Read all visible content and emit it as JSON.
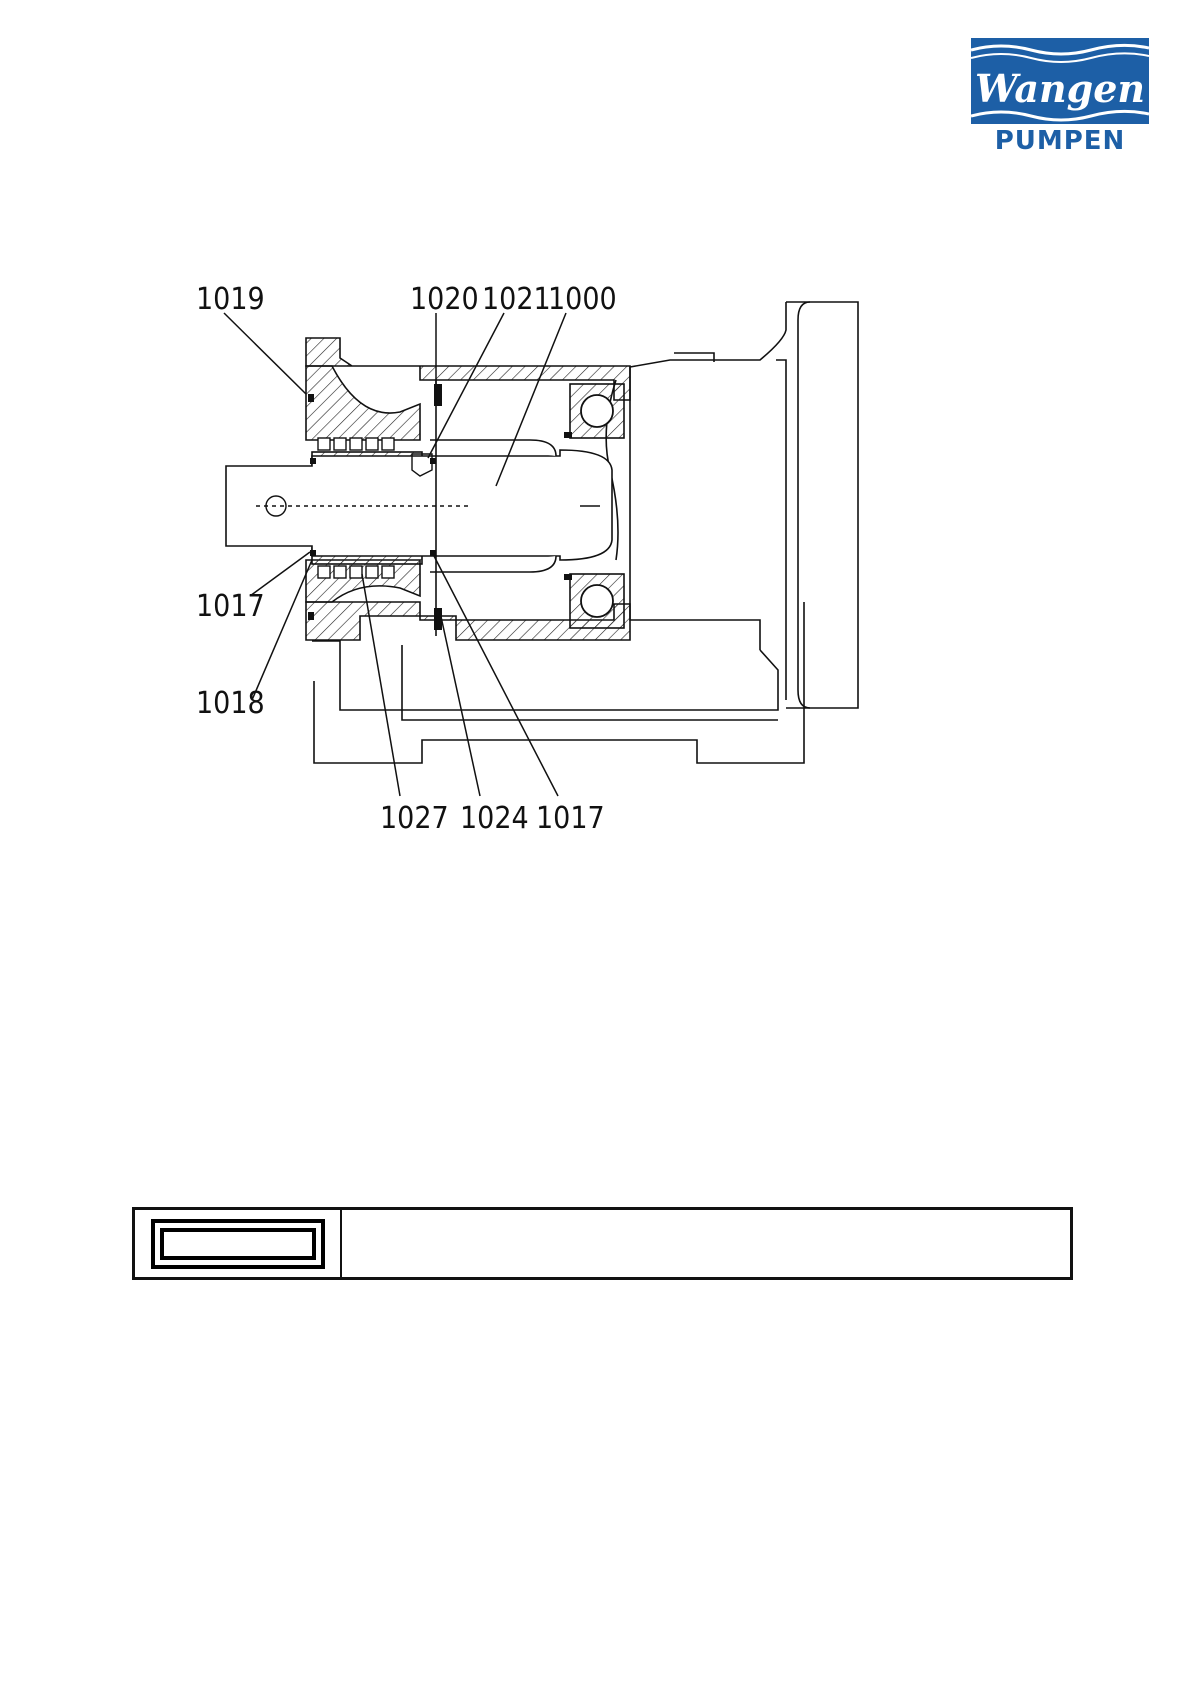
{
  "logo": {
    "name": "Wangen",
    "subtitle": "PUMPEN",
    "brand_color": "#1d5fa6"
  },
  "drawing": {
    "part_numbers": {
      "p1019": "1019",
      "p1020": "1020",
      "p1021": "1021",
      "p1000": "1000",
      "p1017_left": "1017",
      "p1018": "1018",
      "p1027": "1027",
      "p1024": "1024",
      "p1017_bottom": "1017"
    }
  },
  "notice": {
    "text": ""
  }
}
